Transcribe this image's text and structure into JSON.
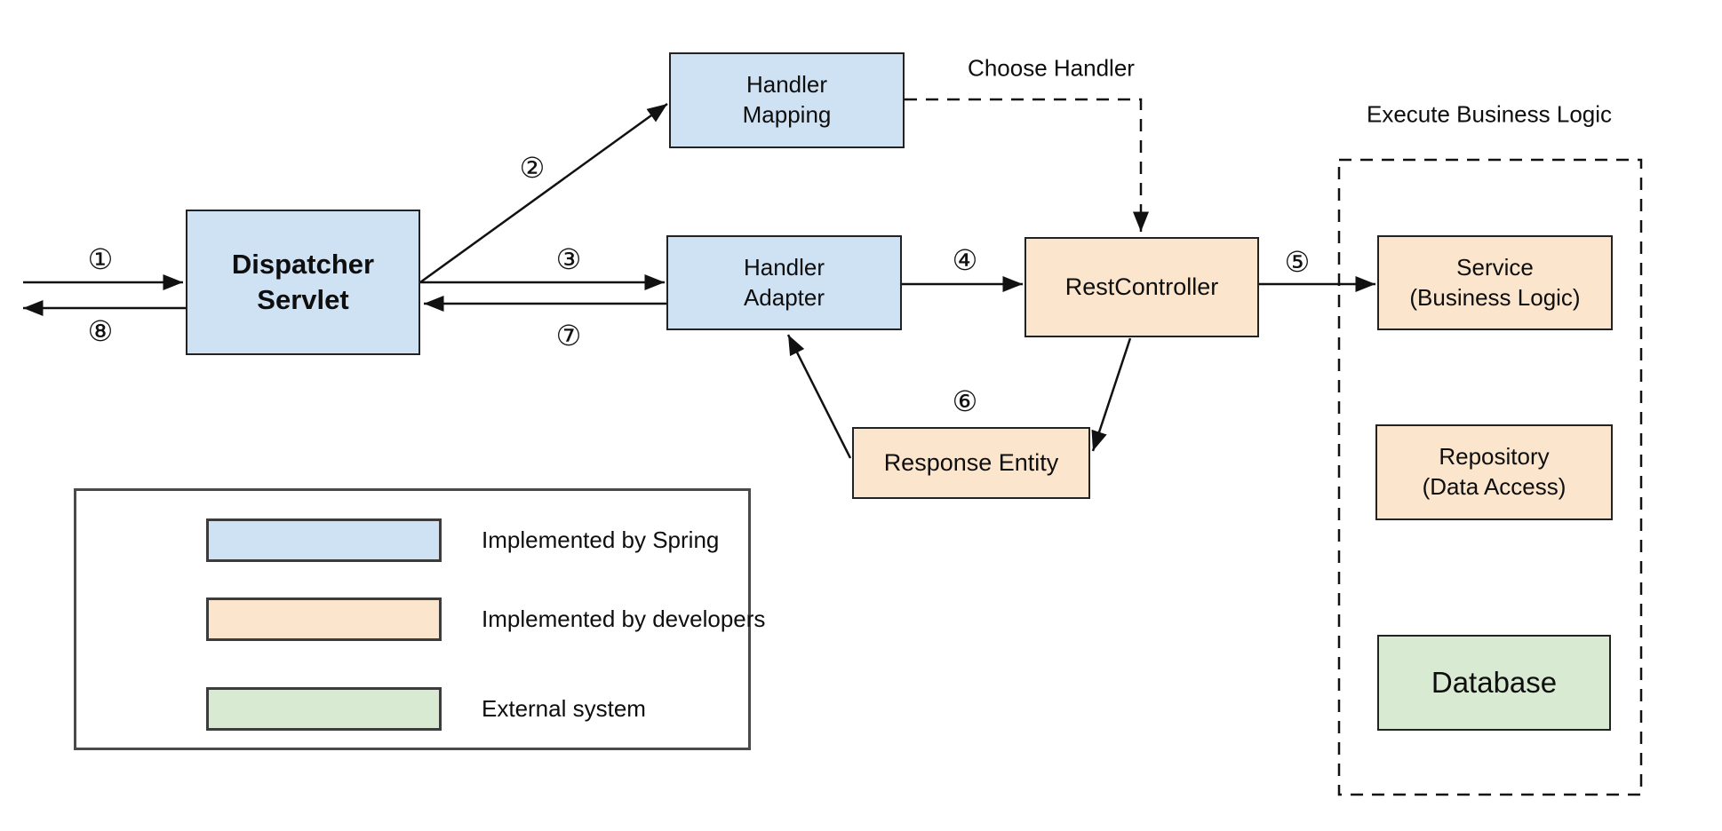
{
  "nodes": {
    "dispatcher_servlet": {
      "label": "Dispatcher\nServlet"
    },
    "handler_mapping": {
      "label": "Handler\nMapping"
    },
    "handler_adapter": {
      "label": "Handler\nAdapter"
    },
    "rest_controller": {
      "label": "RestController"
    },
    "response_entity": {
      "label": "Response Entity"
    },
    "service": {
      "label": "Service\n(Business Logic)"
    },
    "repository": {
      "label": "Repository\n(Data Access)"
    },
    "database": {
      "label": "Database"
    }
  },
  "annotations": {
    "choose_handler": "Choose Handler",
    "execute_business_logic": "Execute Business Logic"
  },
  "steps": {
    "s1": "①",
    "s2": "②",
    "s3": "③",
    "s4": "④",
    "s5": "⑤",
    "s6": "⑥",
    "s7": "⑦",
    "s8": "⑧"
  },
  "legend": {
    "items": [
      {
        "label": "Implemented by Spring",
        "color": "#cfe2f3"
      },
      {
        "label": "Implemented by developers",
        "color": "#fce5cd"
      },
      {
        "label": "External system",
        "color": "#d9ead3"
      }
    ]
  },
  "colors": {
    "spring": "#cfe2f3",
    "developers": "#fce5cd",
    "external": "#d9ead3",
    "arrow": "#111111"
  }
}
